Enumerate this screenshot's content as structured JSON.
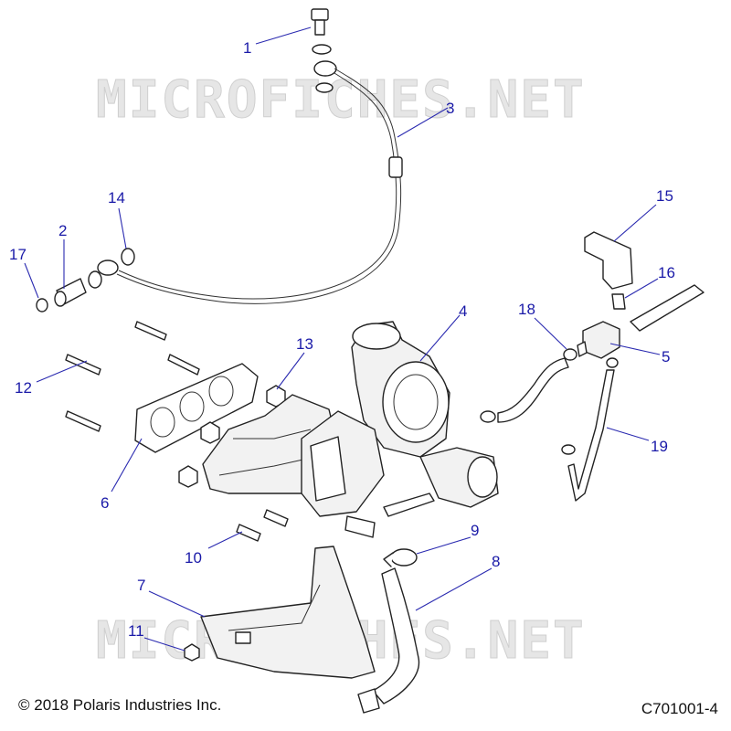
{
  "watermark": "MICROFICHES.NET",
  "copyright": "© 2018 Polaris Industries Inc.",
  "diagram_code": "C701001-4",
  "callouts": [
    "1",
    "2",
    "3",
    "4",
    "5",
    "6",
    "7",
    "8",
    "9",
    "10",
    "11",
    "12",
    "13",
    "14",
    "15",
    "16",
    "17",
    "18",
    "19"
  ],
  "colors": {
    "callout": "#1a1aa8",
    "line": "#222222",
    "watermark": "#e6e6e6"
  }
}
